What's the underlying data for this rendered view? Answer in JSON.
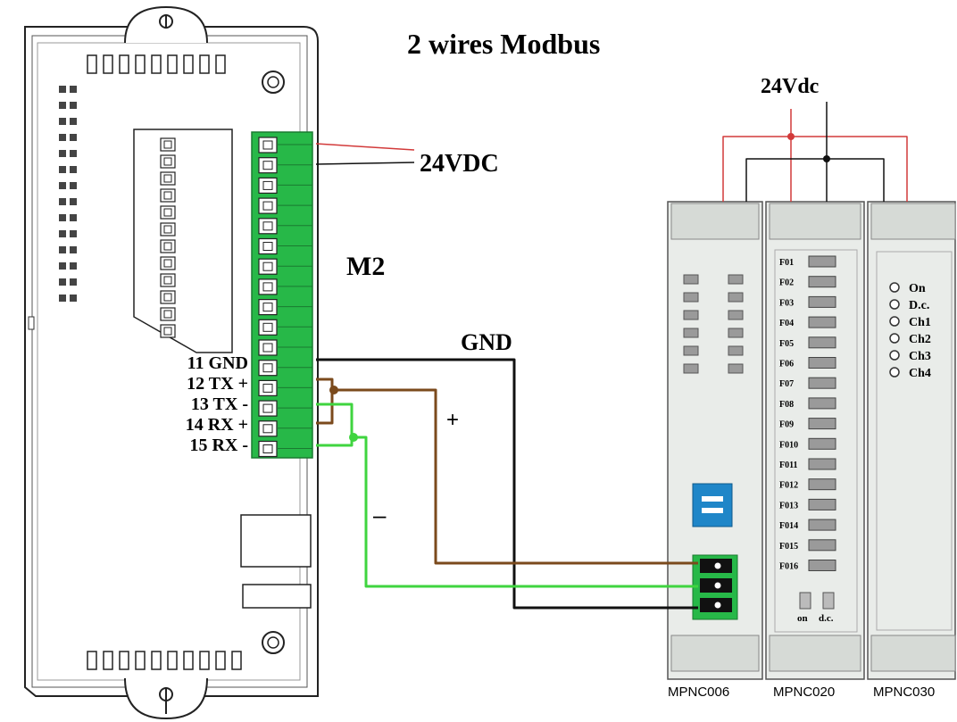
{
  "title": "2 wires Modbus",
  "labels": {
    "supply_left": "24VDC",
    "supply_right": "24Vdc",
    "connector": "M2",
    "gnd": "GND",
    "plus": "+",
    "minus": "–"
  },
  "terminals": [
    {
      "num": "11",
      "name": "GND"
    },
    {
      "num": "12",
      "name": "TX +"
    },
    {
      "num": "13",
      "name": "TX -"
    },
    {
      "num": "14",
      "name": "RX +"
    },
    {
      "num": "15",
      "name": "RX -"
    }
  ],
  "modules": [
    {
      "id": "MPNC006",
      "label": "MPNC006"
    },
    {
      "id": "MPNC020",
      "label": "MPNC020"
    },
    {
      "id": "MPNC030",
      "label": "MPNC030"
    }
  ],
  "mpnc020": {
    "channels": [
      "F01",
      "F02",
      "F03",
      "F04",
      "F05",
      "F06",
      "F07",
      "F08",
      "F09",
      "F010",
      "F011",
      "F012",
      "F013",
      "F014",
      "F015",
      "F016"
    ],
    "footer_leds": [
      "on",
      "d.c."
    ]
  },
  "mpnc030": {
    "leds": [
      "On",
      "D.c.",
      "Ch1",
      "Ch2",
      "Ch3",
      "Ch4"
    ]
  },
  "colors": {
    "red_wire": "#d23a3a",
    "black_wire": "#111111",
    "brown_wire": "#7b4a1c",
    "green_wire": "#3fd43f",
    "terminal_green": "#27b848",
    "dip_blue": "#1f86c8",
    "module_gray": "#e9ece9"
  }
}
